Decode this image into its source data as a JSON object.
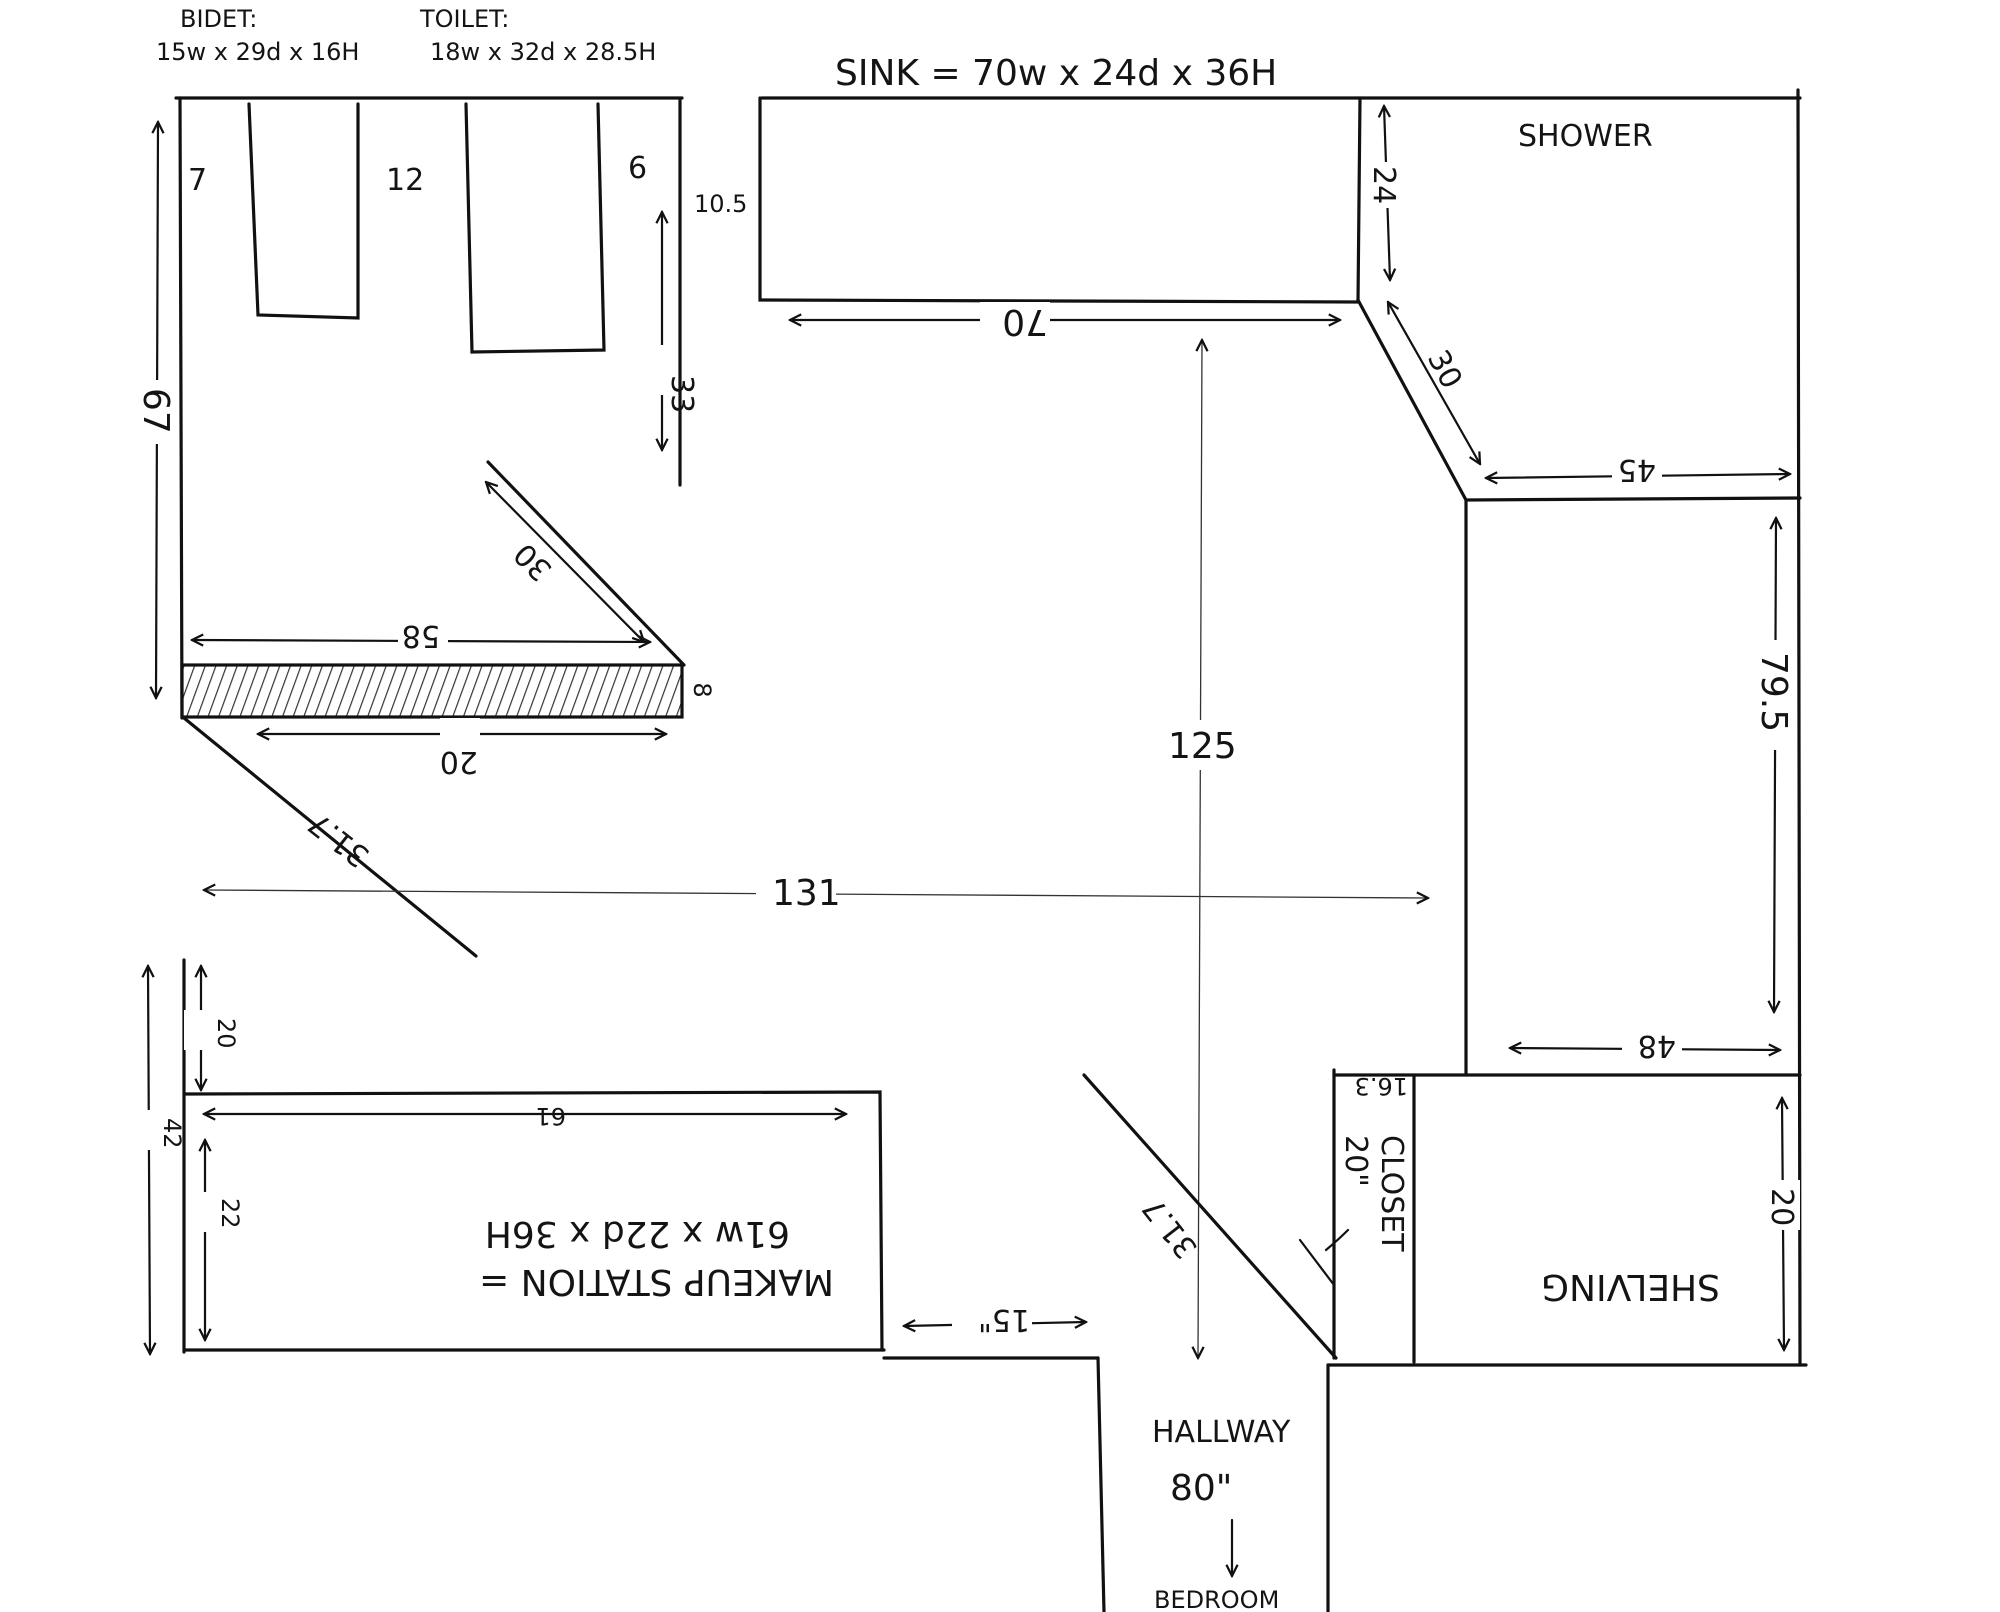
{
  "fixtures": {
    "bidet": {
      "title": "BIDET:",
      "dims": "15w x 29d x 16H"
    },
    "toilet": {
      "title": "TOILET:",
      "dims": "18w x 32d x 28.5H"
    },
    "sink": {
      "label": "SINK = 70w x 24d x 36H"
    },
    "shower": {
      "label": "SHOWER"
    },
    "makeup": {
      "label": "MAKEUP STATION =",
      "dims": "61w x 22d x 36H"
    },
    "shelving": {
      "label": "SHELVING"
    },
    "closet": {
      "label": "CLOSET",
      "width": "20\""
    },
    "hallway": {
      "label": "HALLWAY",
      "width": "80\""
    },
    "bedroom": {
      "label": "BEDROOM"
    }
  },
  "dimensions": {
    "bidet_left_gap": "7",
    "bidet_toilet_gap": "12",
    "toilet_right_gap": "6",
    "wall_stub": "10.5",
    "toilet_depth": "33",
    "left_wall": "67",
    "diag_wall_top": "30",
    "bench_length": "58",
    "bench_depth": "8",
    "bench_inner": "20",
    "corner_diag_left": "31.7",
    "room_width": "131",
    "room_length": "125",
    "sink_width": "70",
    "sink_depth": "24",
    "shower_diag": "30",
    "shower_width": "45",
    "shower_right": "79.5",
    "shower_bottom": "48",
    "shelving_depth": "20",
    "closet_depth": "16.3",
    "door_diag": "31.7",
    "makeup_gap": "20",
    "makeup_width": "61",
    "makeup_depth": "22",
    "makeup_total": "42",
    "door_gap": "15\""
  }
}
